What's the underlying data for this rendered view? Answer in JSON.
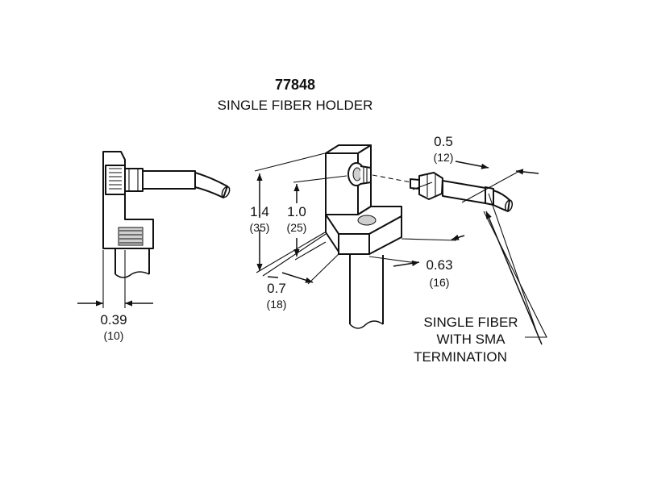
{
  "title": {
    "part_number": "77848",
    "name": "SINGLE FIBER HOLDER"
  },
  "dimensions": {
    "height_total": {
      "in": "1.4",
      "mm": "(35)"
    },
    "height_inner": {
      "in": "1.0",
      "mm": "(25)"
    },
    "depth": {
      "in": "0.7",
      "mm": "(18)"
    },
    "width": {
      "in": "0.63",
      "mm": "(16)"
    },
    "fiber_offset": {
      "in": "0.5",
      "mm": "(12)"
    },
    "side_thickness": {
      "in": "0.39",
      "mm": "(10)"
    }
  },
  "callout": {
    "line1": "SINGLE FIBER",
    "line2": "WITH SMA",
    "line3": "TERMINATION"
  }
}
